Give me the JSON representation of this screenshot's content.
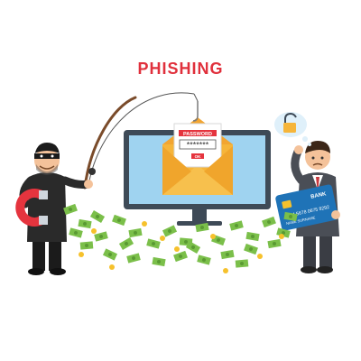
{
  "title": "PHISHING",
  "email": {
    "password_label": "PASSWORD",
    "password_value": "*******",
    "ok_label": "OK"
  },
  "card": {
    "brand_label": "BANK",
    "number": "1234 5678 0675 8292",
    "name": "NAME SURNAME"
  },
  "icons": {
    "lock_bubble": "lock-icon",
    "magnet": "magnet-icon",
    "fishing_rod": "fishing-rod-icon"
  },
  "colors": {
    "title": "#e0303c",
    "monitor_screen": "#9fd3f0",
    "monitor_frame": "#3e4a57",
    "envelope": "#f6b53a",
    "envelope_flap": "#f2a531",
    "alert_red": "#e5343e",
    "money": "#7bbf4a",
    "coin": "#f6c12c",
    "card": "#1f73b7"
  }
}
